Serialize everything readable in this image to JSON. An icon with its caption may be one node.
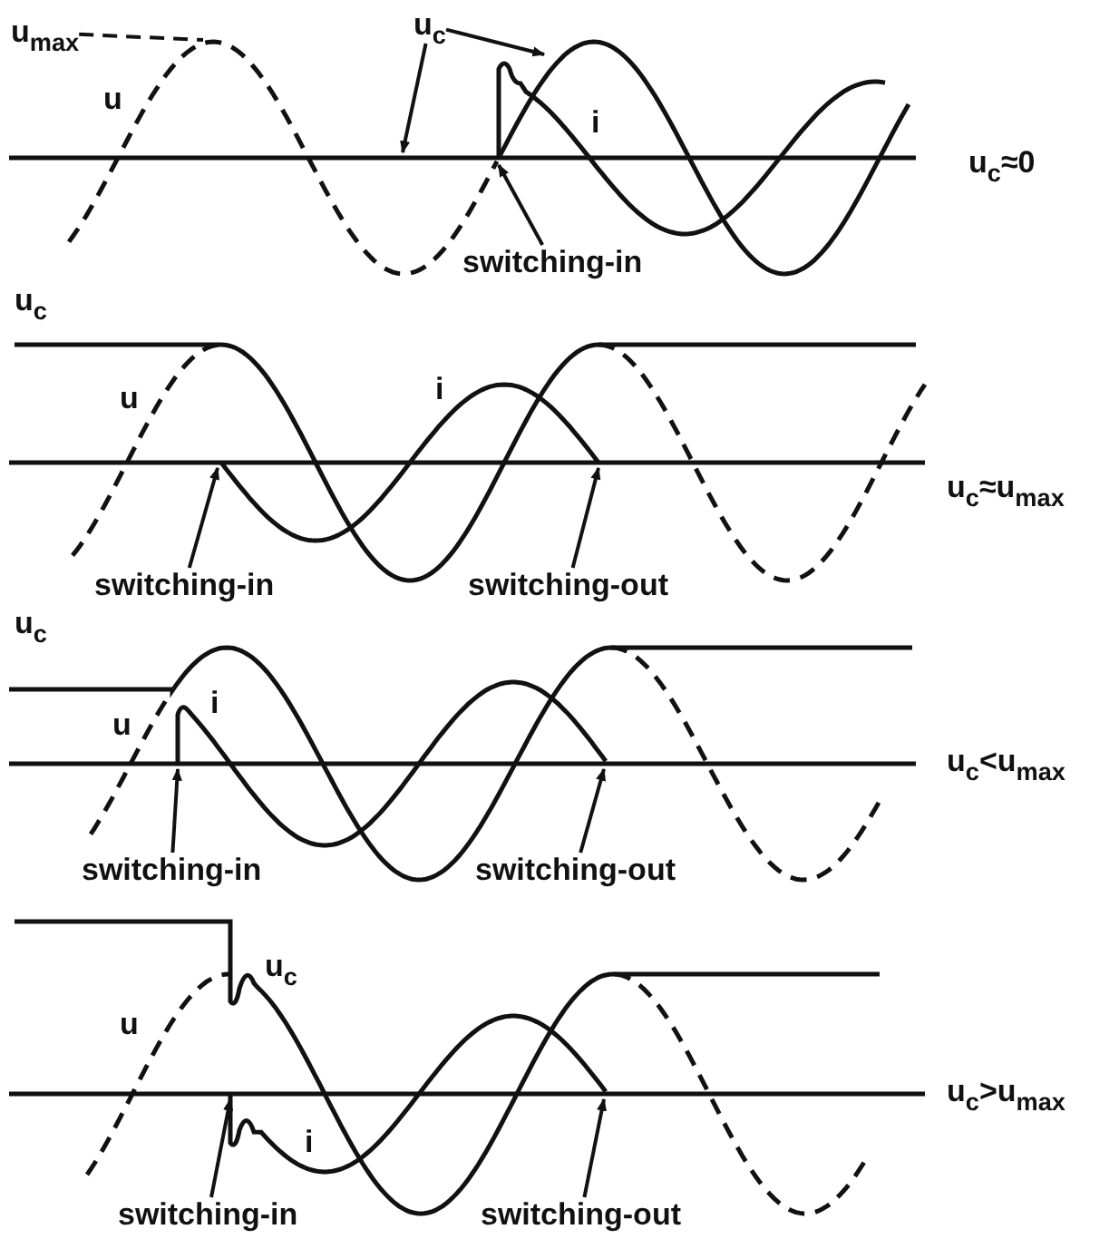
{
  "diagram": {
    "nodes": [
      {
        "text": [
          "u$_{max}$"
        ]
      },
      {
        "text": [
          "u$_{c}$"
        ]
      },
      {
        "text": [
          "switching-in"
        ]
      },
      {
        "text": [
          "switching-in"
        ]
      },
      {
        "text": [
          "switching-out"
        ]
      },
      {
        "text": [
          "switching-in"
        ]
      },
      {
        "text": [
          "switching-out"
        ]
      },
      {
        "text": [
          "switching-in"
        ]
      },
      {
        "text": [
          "switching-out"
        ]
      }
    ],
    "edges": [
      {
        "from": 0,
        "to": null,
        "arrow": "none",
        "style": "dashed"
      },
      {
        "from": 1,
        "to": null,
        "arrow": "to"
      },
      {
        "from": 1,
        "to": null,
        "arrow": "to"
      },
      {
        "from": 2,
        "to": null,
        "arrow": "to"
      },
      {
        "from": 3,
        "to": null,
        "arrow": "to"
      },
      {
        "from": 4,
        "to": null,
        "arrow": "to"
      },
      {
        "from": 5,
        "to": null,
        "arrow": "to"
      },
      {
        "from": 6,
        "to": null,
        "arrow": "to"
      },
      {
        "from": 7,
        "to": null,
        "arrow": "to"
      },
      {
        "from": 8,
        "to": null,
        "arrow": "to"
      }
    ],
    "labels": [
      "u",
      "i",
      "u$_{c}$≈0",
      "u$_{c}$",
      "u",
      "i",
      "u$_{c}$≈u$_{max}$",
      "u$_{c}$",
      "u",
      "i",
      "u$_{c}$<u$_{max}$",
      "u$_{c}$",
      "u",
      "u$_{c}$>u$_{max}$",
      "i"
    ]
  }
}
